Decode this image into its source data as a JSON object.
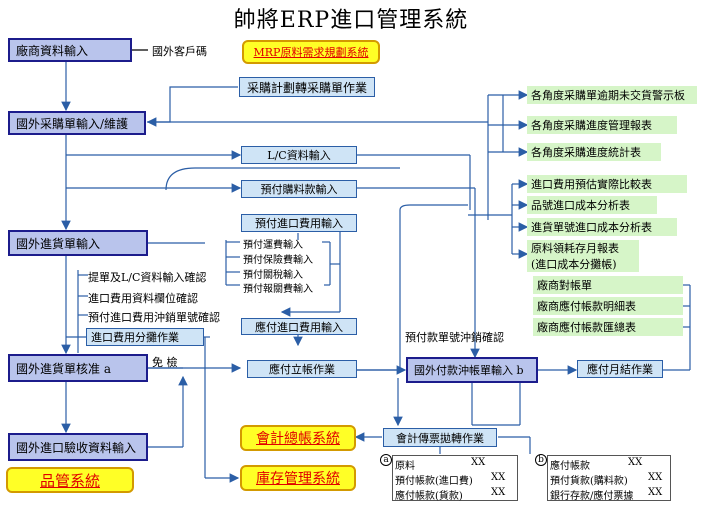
{
  "title": "帥將ERP進口管理系統",
  "nodes": {
    "vendor_input": "廠商資料輸入",
    "foreign_customer_code": "國外客戶碼",
    "mrp": "MRP原料需求規劃系統",
    "plan_to_po": "采購計劃轉采購單作業",
    "po_input": "國外采購單輸入/維護",
    "lc_input": "L/C資料輸入",
    "prepaid_purchase": "預付購料款輸入",
    "prepaid_import_cost": "預付進口費用輸入",
    "prepaid_items": [
      "預付運費輸入",
      "預付保險費輸入",
      "預付關稅輸入",
      "預付報關費輸入"
    ],
    "import_order_input": "國外進貨單輸入",
    "confirm_items": [
      "提單及L/C資料輸入確認",
      "進口費用資料欄位確認",
      "預付進口費用沖銷單號確認"
    ],
    "cost_allocation": "進口費用分攤作業",
    "payable_import_cost": "應付進口費用輸入",
    "prepaid_offset_confirm": "預付款單號沖銷確認",
    "import_approval": "國外進貨單核准 a",
    "exempt": "免  檢",
    "ap_account": "應付立帳作業",
    "foreign_payment": "國外付款沖帳單輸入 b",
    "ap_monthly": "應付月結作業",
    "inspection_input": "國外進口驗收資料輸入",
    "accounting_system": "會計總帳系統",
    "voucher_transfer": "會計傳票拋轉作業",
    "qc_system": "品管系統",
    "inventory_system": "庫存管理系統"
  },
  "reports_top": [
    "各角度采購單逾期未交貨警示板",
    "各角度采購進度管理報表",
    "各角度采購進度統計表"
  ],
  "reports_mid": [
    "進口費用預估實際比較表",
    "品號進口成本分析表",
    "進貨單號進口成本分析表",
    "原料領耗存月報表",
    "(進口成本分攤帳)"
  ],
  "reports_vendor": [
    "廠商對帳單",
    "廠商應付帳款明細表",
    "廠商應付帳款匯總表"
  ],
  "voucher_a": {
    "marker": "a",
    "lines": [
      {
        "label": "原料",
        "amount": "XX"
      },
      {
        "label": "預付帳款(進口費)",
        "amount": "XX"
      },
      {
        "label": "應付帳款(貨款)",
        "amount": "XX"
      }
    ]
  },
  "voucher_b": {
    "marker": "b",
    "lines": [
      {
        "label": "應付帳款",
        "amount": "XX"
      },
      {
        "label": "預付貨款(購料款)",
        "amount": "XX"
      },
      {
        "label": "銀行存款/應付票據",
        "amount": "XX"
      }
    ]
  }
}
